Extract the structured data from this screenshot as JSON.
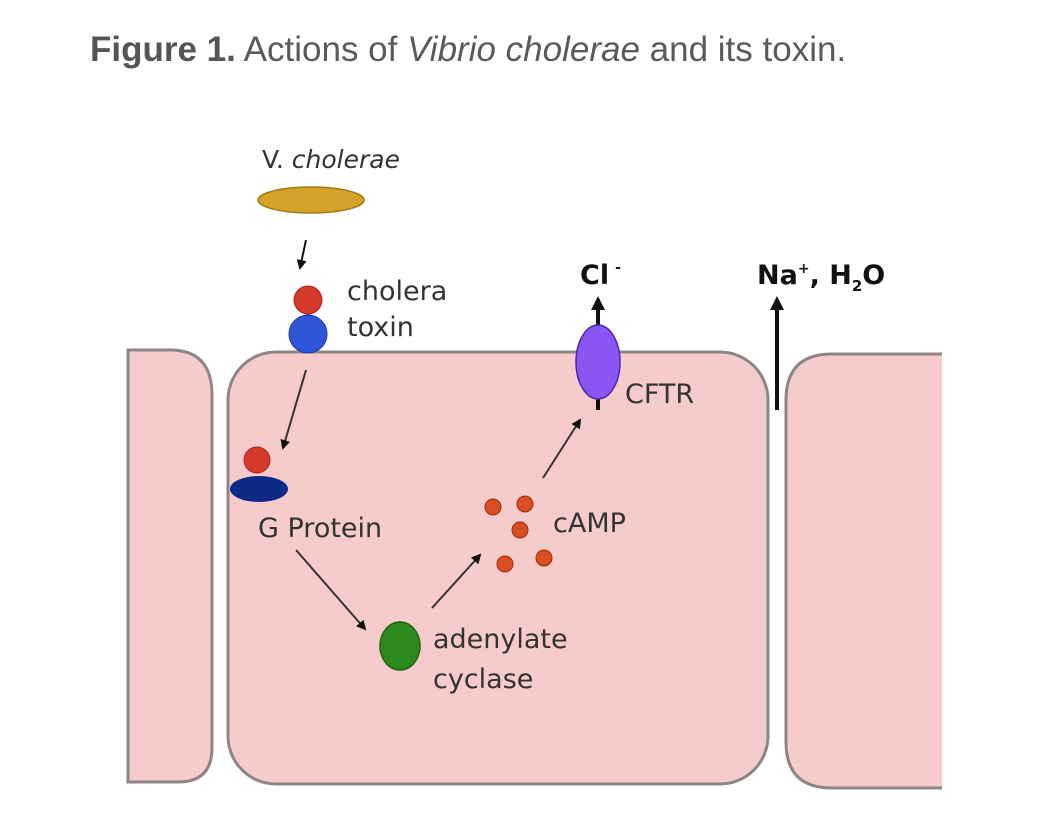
{
  "caption": {
    "prefix": "Figure 1.",
    "text_1": " Actions of ",
    "italic": "Vibrio cholerae",
    "text_2": " and its toxin."
  },
  "labels": {
    "organism_prefix": "V.",
    "organism_italic": "cholerae",
    "toxin_line1": "cholera",
    "toxin_line2": "toxin",
    "chloride": "Cl",
    "chloride_charge": "-",
    "sodium": "Na",
    "sodium_charge": "+",
    "comma": ", H",
    "water_sub": "2",
    "water_o": "O",
    "cftr": "CFTR",
    "g_protein": "G Protein",
    "camp": "cAMP",
    "adenylate_line1": "adenylate",
    "adenylate_line2": "cyclase"
  },
  "colors": {
    "cell_fill": "#f5cccb",
    "cell_border": "#8f8585",
    "vibrio": "#d4a229",
    "toxin_red": "#d63a2a",
    "toxin_blue": "#2f56d6",
    "g_protein_blue": "#0c2a86",
    "cftr_purple": "#8a55f2",
    "adenylate_green": "#2f8a1e",
    "camp_orange": "#d94e22"
  }
}
